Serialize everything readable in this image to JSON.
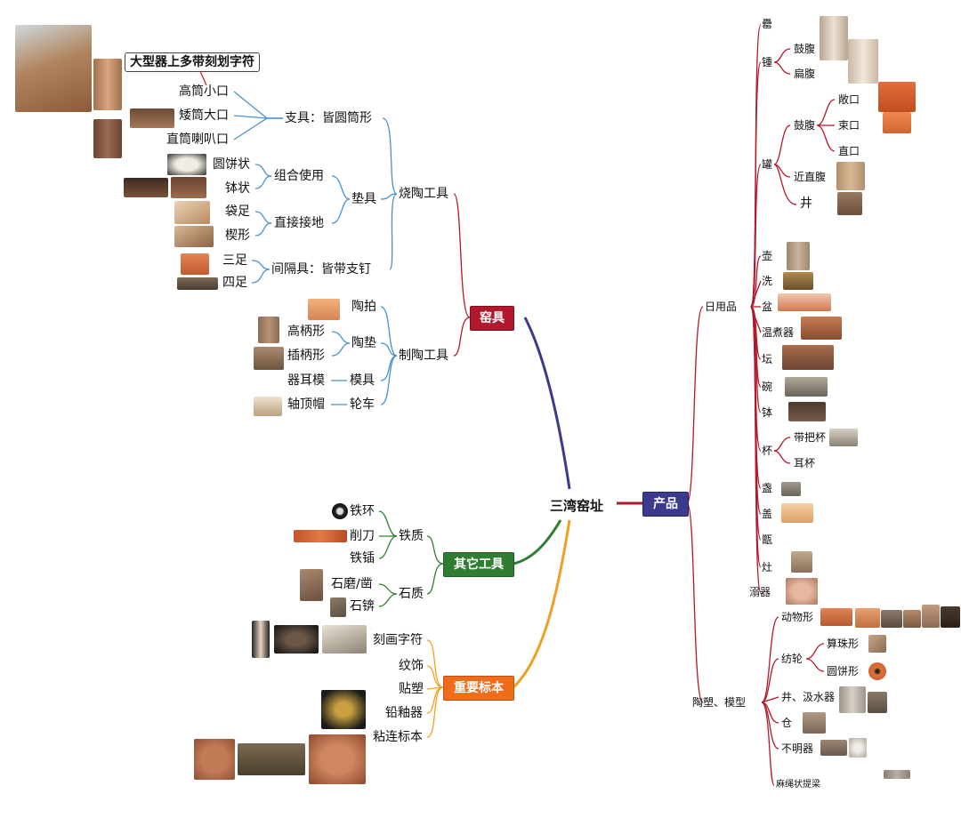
{
  "root": "三湾窑址",
  "kiln_tools": {
    "label": "窑具",
    "firing": "烧陶工具",
    "support": "支具：皆圆筒形",
    "support_items": [
      "高筒小口",
      "矮筒大口",
      "直筒喇叭口"
    ],
    "callout": "大型器上多带刻划字符",
    "pad": "垫具",
    "combo": "组合使用",
    "combo_items": [
      "圆饼状",
      "钵状"
    ],
    "ground": "直接接地",
    "ground_items": [
      "袋足",
      "楔形"
    ],
    "spacer": "间隔具：皆带支钉",
    "spacer_items": [
      "三足",
      "四足"
    ],
    "making": "制陶工具",
    "paddle": "陶拍",
    "anvil": "陶垫",
    "anvil_items": [
      "高柄形",
      "插柄形"
    ],
    "mould": "模具",
    "mould_item": "器耳模",
    "wheel": "轮车",
    "wheel_item": "轴顶帽"
  },
  "other_tools": {
    "label": "其它工具",
    "iron": "铁质",
    "iron_items": [
      "铁环",
      "削刀",
      "铁锸"
    ],
    "stone": "石质",
    "stone_items": [
      "石磨/凿",
      "石锛"
    ]
  },
  "specimens": {
    "label": "重要标本",
    "items": [
      "刻画字符",
      "纹饰",
      "贴塑",
      "铅釉器",
      "粘连标本"
    ]
  },
  "products": {
    "label": "产品",
    "daily": "日用品",
    "lei": "罍",
    "zhong": "锺",
    "zhong_items": [
      "鼓腹",
      "扁腹"
    ],
    "guan": "罐",
    "guan_gufu": "鼓腹",
    "guan_gufu_items": [
      "敞口",
      "束口",
      "直口"
    ],
    "guan_jin": "近直腹",
    "jing": "井",
    "daily_items": [
      "壶",
      "洗",
      "盆",
      "温煮器",
      "坛",
      "碗",
      "钵"
    ],
    "bei": "杯",
    "bei_items": [
      "带把杯",
      "耳杯"
    ],
    "daily_items2": [
      "盏",
      "盖",
      "甑",
      "灶",
      "溺器"
    ],
    "models": "陶塑、模型",
    "animal": "动物形",
    "spindle": "纺轮",
    "spindle_items": [
      "算珠形",
      "圆饼形"
    ],
    "well": "井、汲水器",
    "granary": "仓",
    "unknown": "不明器",
    "rope": "麻绳状提梁"
  },
  "colors": {
    "kiln": "#b2182b",
    "other": "#2e7d32",
    "spec": "#ef6c1a",
    "prod": "#3b3a8c",
    "kiln_line": "#3b3a8c",
    "other_line": "#2e7d32",
    "spec_line": "#f0a020",
    "prod_line": "#b2182b"
  }
}
